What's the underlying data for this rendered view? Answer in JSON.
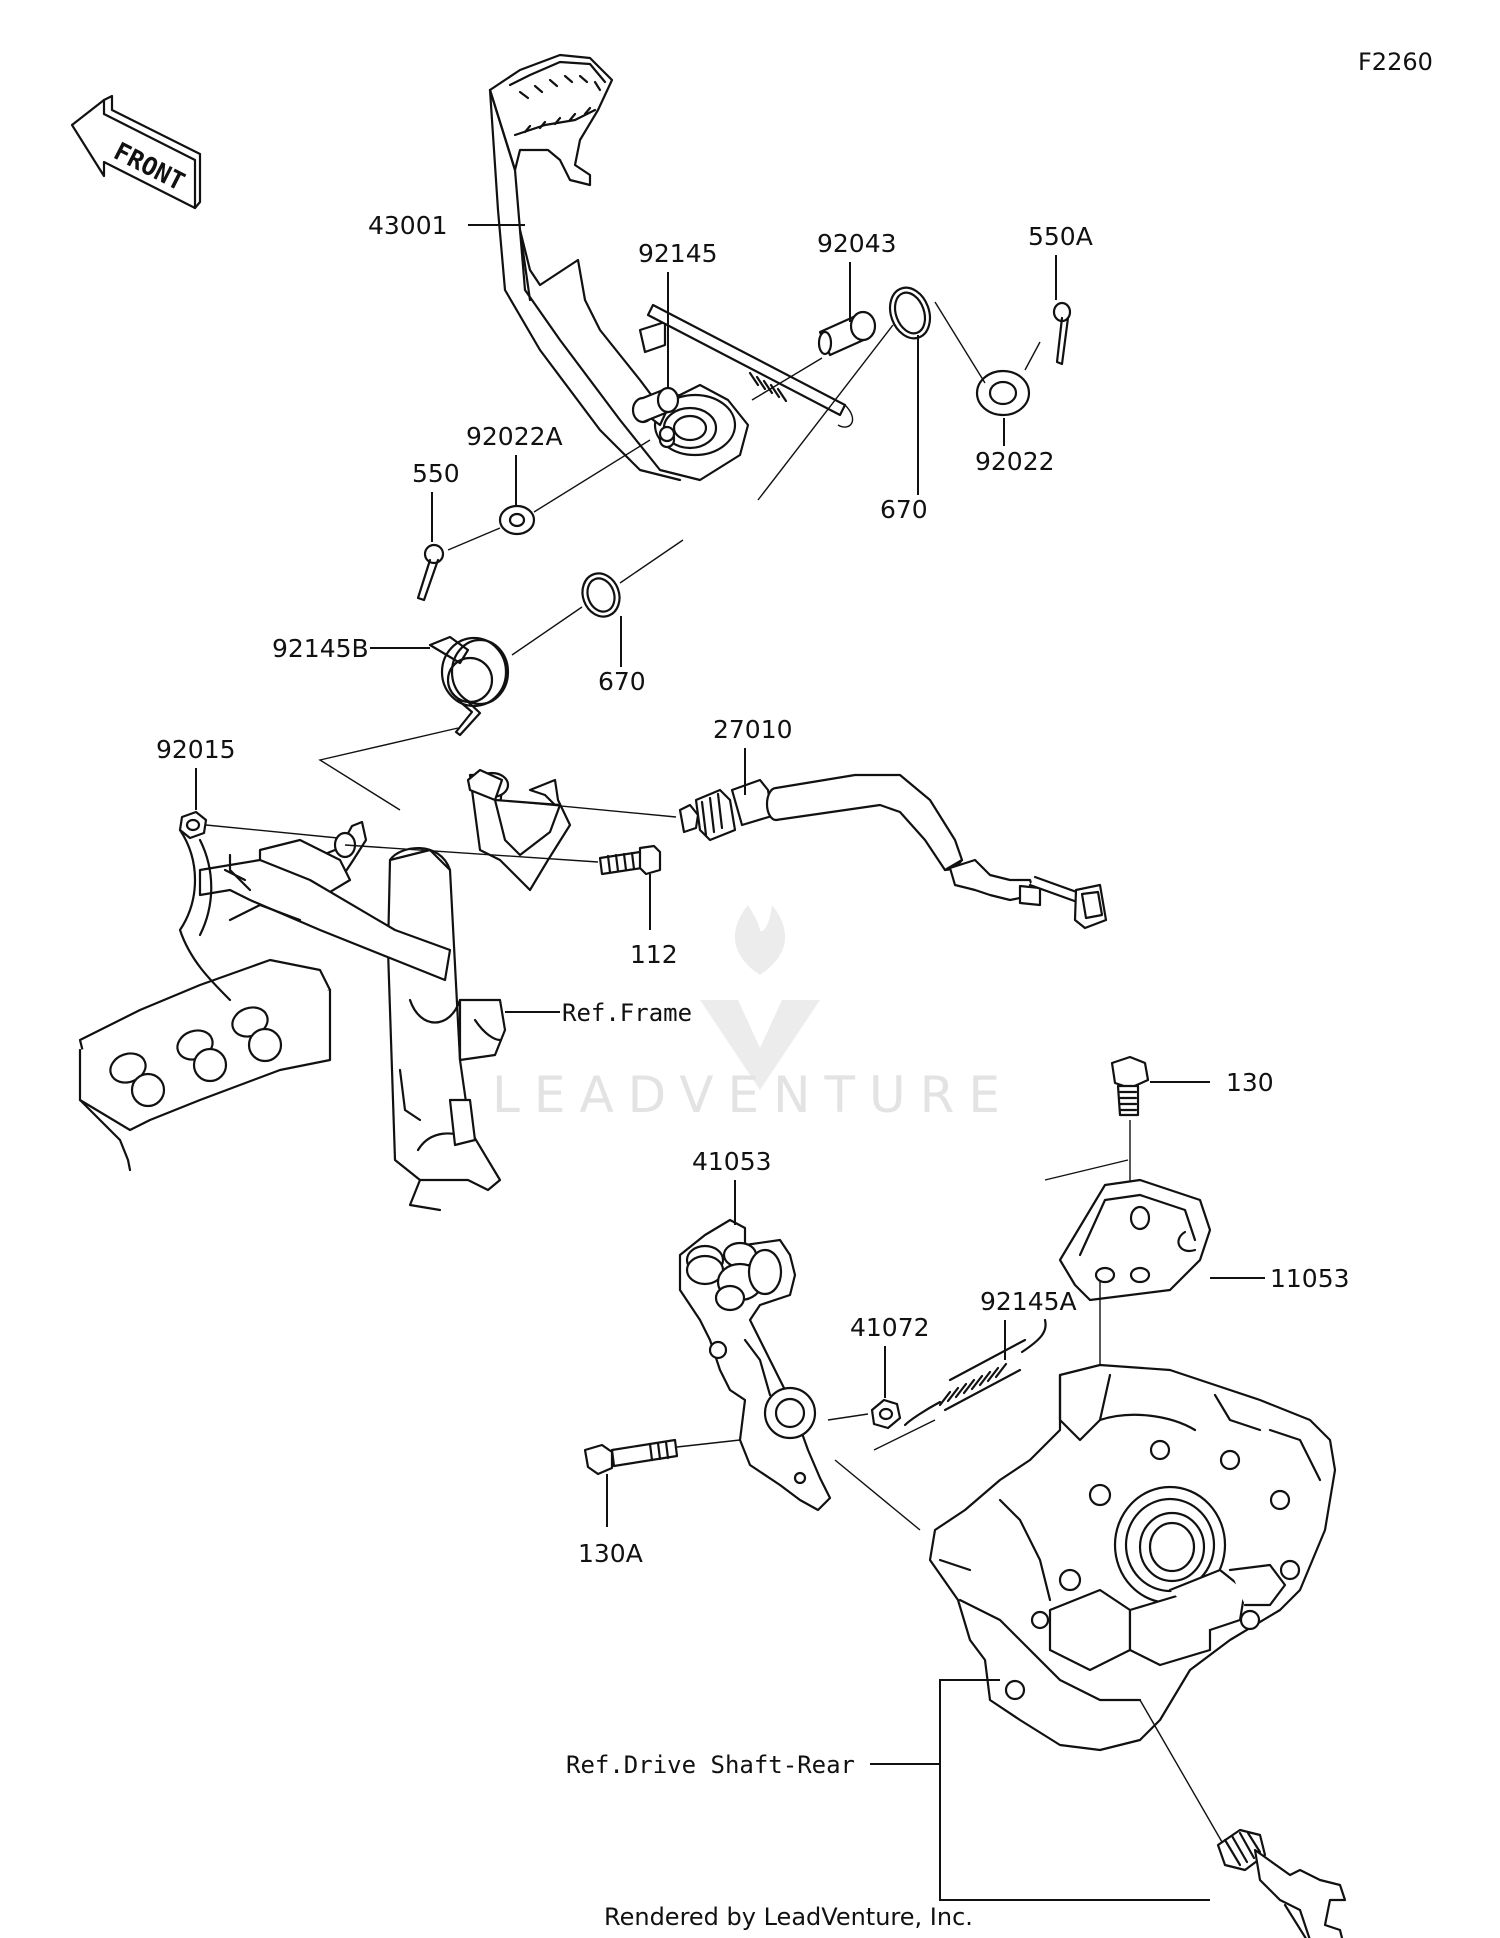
{
  "diagram_code": "F2260",
  "front_label": "FRONT",
  "watermark": "LEADVENTURE",
  "footer": "Rendered by LeadVenture, Inc.",
  "parts": {
    "brake_pedal": "43001",
    "spring_92145": "92145",
    "pin_92043": "92043",
    "cotter_pin_550A": "550A",
    "washer_92022A": "92022A",
    "cotter_pin_550": "550",
    "washer_92022": "92022",
    "oring_670_upper": "670",
    "oring_670_lower": "670",
    "spring_92145B": "92145B",
    "nut_92015": "92015",
    "switch_27010": "27010",
    "bolt_112": "112",
    "ref_frame": "Ref.Frame",
    "bolt_130": "130",
    "lever_41053": "41053",
    "bracket_11053": "11053",
    "nut_41072": "41072",
    "spring_92145A": "92145A",
    "bolt_130A": "130A",
    "ref_drive_shaft_rear": "Ref.Drive Shaft-Rear"
  }
}
